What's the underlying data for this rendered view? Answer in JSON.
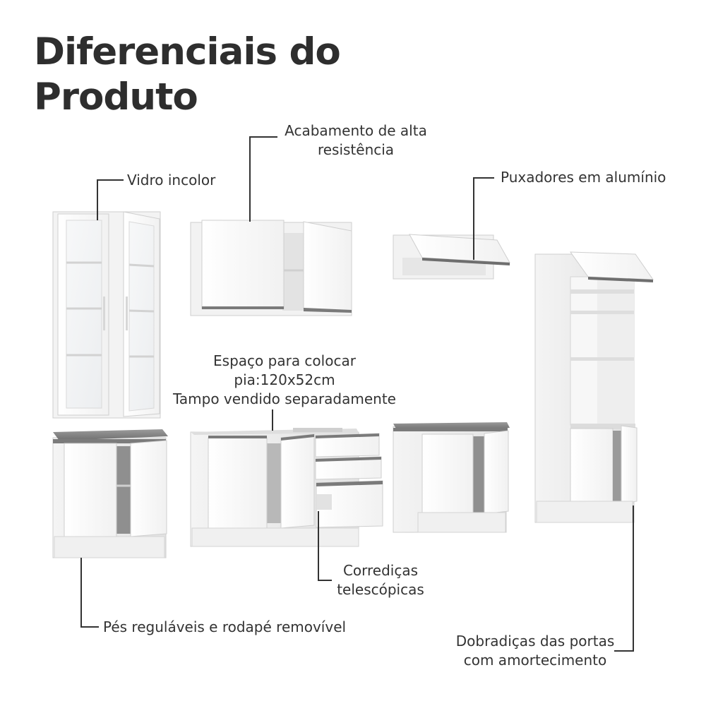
{
  "title": {
    "line1": "Diferenciais do",
    "line2": "Produto"
  },
  "callouts": {
    "glass": "Vidro incolor",
    "finish": {
      "line1": "Acabamento de alta",
      "line2": "resistência"
    },
    "handles": "Puxadores em alumínio",
    "space": {
      "line1": "Espaço para colocar",
      "line2": "pia:120x52cm",
      "line3": "Tampo vendido separadamente"
    },
    "slides": {
      "line1": "Corrediças",
      "line2": "telescópicas"
    },
    "feet": "Pés reguláveis e rodapé removível",
    "hinges": {
      "line1": "Dobradiças das portas",
      "line2": "com amortecimento"
    }
  },
  "colors": {
    "text": "#2e2e2e",
    "cabinet": "#ffffff",
    "cabinet_edge": "#cfcfcf",
    "shadow": "#e6e6e6",
    "countertop": "#8a8a8a",
    "leader": "#333333"
  }
}
